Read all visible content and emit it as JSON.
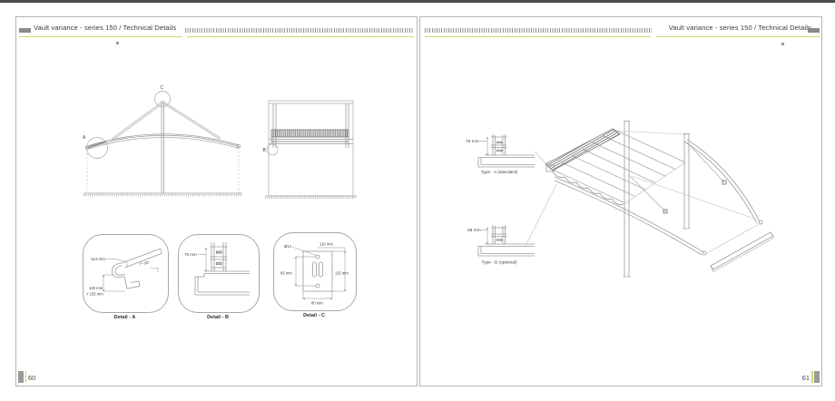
{
  "header": {
    "title_left": "Vault variance - series 150 /  Technical Details",
    "title_right": "Vault variance - series 150 /  Technical Details"
  },
  "footer": {
    "page_left": "60",
    "page_right": "61"
  },
  "colors": {
    "accent": "#d4d672",
    "line": "#9b9b9b",
    "band": "#8f8f8f"
  },
  "elevation": {
    "callout_a": "A",
    "callout_c": "C"
  },
  "front_view": {
    "callout_b": "B"
  },
  "details": {
    "a": {
      "caption": "Detail - A",
      "dim_top": "114 mm",
      "dim_left1": "125 mm",
      "dim_left2": "> 155 mm",
      "dim_angle": "7°-30°"
    },
    "b": {
      "caption": "Detail - B",
      "dim_left": "75 mm"
    },
    "c": {
      "caption": "Detail - C",
      "dim_hole": "Ø14",
      "dim_top": "110 mm",
      "dim_left": "65 mm",
      "dim_right": "115 mm",
      "dim_bottom": "80 mm"
    }
  },
  "iso": {
    "type_a": {
      "dim": "75 mm",
      "label": "Type - A (standard)"
    },
    "type_b": {
      "dim": "28 mm",
      "label": "Type - B (optional)"
    }
  }
}
